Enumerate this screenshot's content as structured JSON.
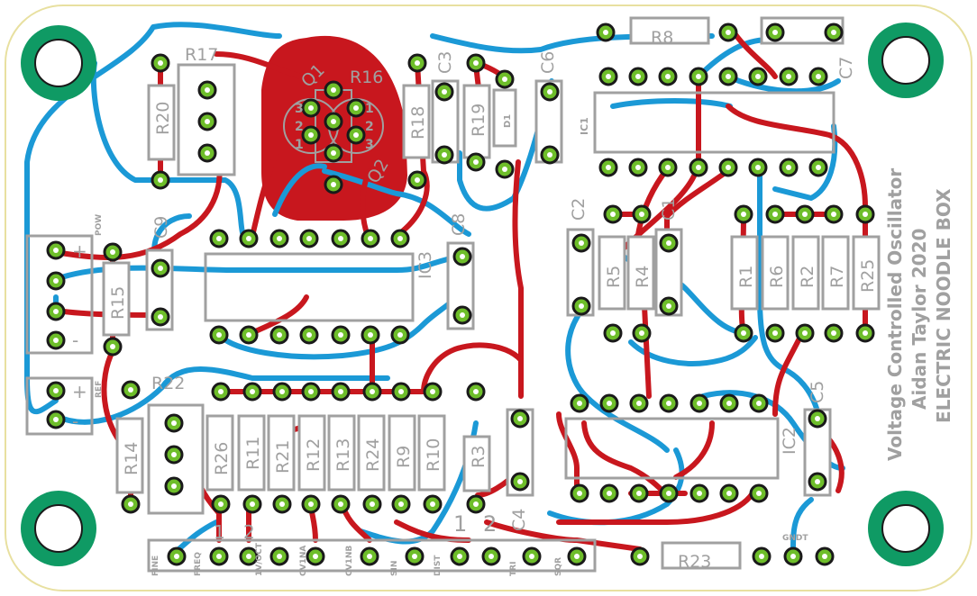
{
  "board": {
    "title_lines": [
      "Voltage Controlled Oscillator",
      "Aidan Taylor 2020",
      "ELECTRIC NOODLE BOX"
    ],
    "colors": {
      "background": "#ffffff",
      "outline": "#a0a0a0",
      "top_trace": "#c8171e",
      "bottom_trace": "#1b99d6",
      "pad_green": "#6ebe2a",
      "mount_hole": "#0f9a64"
    }
  },
  "components": {
    "resistors": [
      {
        "ref": "R1"
      },
      {
        "ref": "R2"
      },
      {
        "ref": "R3"
      },
      {
        "ref": "R4"
      },
      {
        "ref": "R5"
      },
      {
        "ref": "R6"
      },
      {
        "ref": "R7"
      },
      {
        "ref": "R8"
      },
      {
        "ref": "R9"
      },
      {
        "ref": "R10"
      },
      {
        "ref": "R11"
      },
      {
        "ref": "R12"
      },
      {
        "ref": "R13"
      },
      {
        "ref": "R14"
      },
      {
        "ref": "R15"
      },
      {
        "ref": "R18"
      },
      {
        "ref": "R19"
      },
      {
        "ref": "R20"
      },
      {
        "ref": "R21"
      },
      {
        "ref": "R23"
      },
      {
        "ref": "R24"
      },
      {
        "ref": "R25"
      },
      {
        "ref": "R26"
      }
    ],
    "trimmers": [
      {
        "ref": "R16"
      },
      {
        "ref": "R17"
      },
      {
        "ref": "R22"
      }
    ],
    "capacitors": [
      {
        "ref": "C1"
      },
      {
        "ref": "C2"
      },
      {
        "ref": "C3"
      },
      {
        "ref": "C4"
      },
      {
        "ref": "C5"
      },
      {
        "ref": "C6"
      },
      {
        "ref": "C7"
      },
      {
        "ref": "C8"
      },
      {
        "ref": "C9"
      }
    ],
    "ics": [
      {
        "ref": "IC1"
      },
      {
        "ref": "IC2"
      },
      {
        "ref": "IC3"
      }
    ],
    "transistors": [
      {
        "ref": "Q1"
      },
      {
        "ref": "Q2"
      }
    ],
    "diode": {
      "ref": "D1"
    }
  },
  "connectors": {
    "power": {
      "label": "POW",
      "plus": "+",
      "minus": "-"
    },
    "reference": {
      "label": "REF",
      "plus": "+",
      "minus": "-"
    },
    "ground": {
      "label": "GNDT"
    },
    "bottom_header": {
      "pins": [
        "FINE",
        "FREQ",
        "1V/OCT",
        "CV1NA",
        "CV1NB",
        "SIN",
        "DIST",
        "TRI",
        "SQR"
      ],
      "pin_markers": [
        "1",
        "2",
        "1",
        "2"
      ]
    }
  },
  "transistor_pins": {
    "q1": [
      "3",
      "2",
      "1"
    ],
    "q2": [
      "1",
      "2",
      "3"
    ]
  }
}
